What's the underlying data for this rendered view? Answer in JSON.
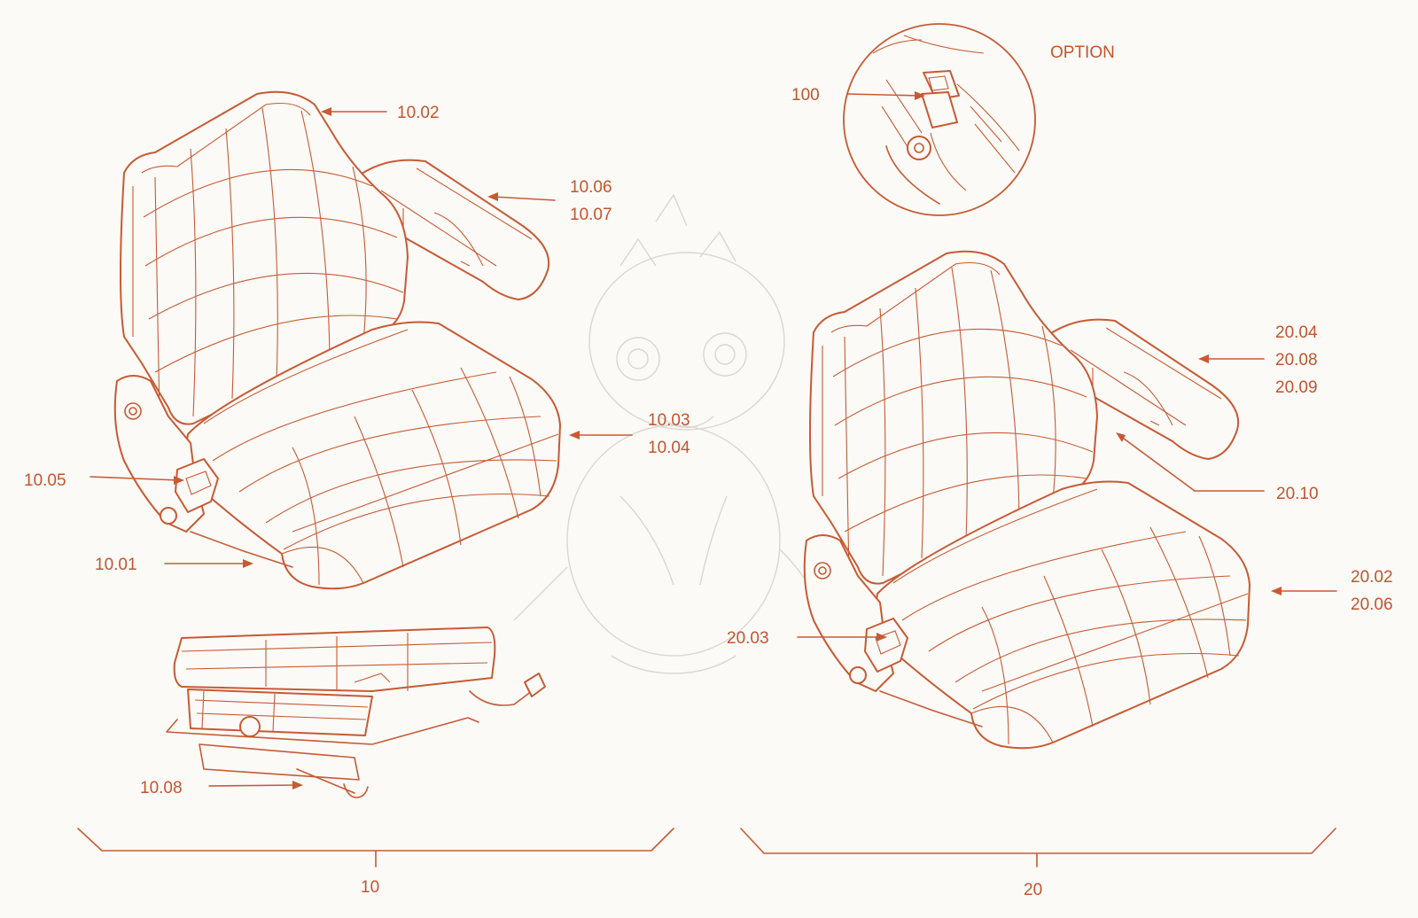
{
  "colors": {
    "line": "#c75a33",
    "text": "#c2542e",
    "background": "#fbfaf7",
    "watermark": "#dcd6cf"
  },
  "labels": {
    "p1002": "10.02",
    "p1006": "10.06",
    "p1007": "10.07",
    "p1003": "10.03",
    "p1004": "10.04",
    "p1005": "10.05",
    "p1001": "10.01",
    "p1008": "10.08",
    "p100": "100",
    "option": "OPTION",
    "p2004": "20.04",
    "p2008": "20.08",
    "p2009": "20.09",
    "p2010": "20.10",
    "p2002": "20.02",
    "p2006": "20.06",
    "p2003": "20.03",
    "group10": "10",
    "group20": "20"
  }
}
